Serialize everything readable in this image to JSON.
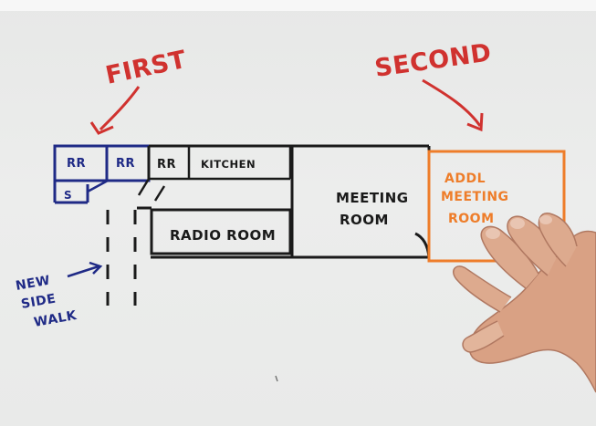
{
  "annotations": {
    "first": "FIRST",
    "second": "SECOND"
  },
  "rooms": {
    "rr_1": "RR",
    "rr_2": "RR",
    "rr_3": "RR",
    "s": "S",
    "kitchen": "KITCHEN",
    "radio_room": "RADIO ROOM",
    "meeting_room_line1": "MEETING",
    "meeting_room_line2": "ROOM",
    "addl_line1": "ADDL",
    "addl_line2": "MEETING",
    "addl_line3": "ROOM"
  },
  "sidewalk": {
    "line1": "NEW",
    "line2": "SIDE",
    "line3": "WALK"
  },
  "colors": {
    "red": "#d0322f",
    "navy": "#1f2a86",
    "black": "#1a1a1a",
    "orange": "#ee7d2a",
    "skin": "#d9a184"
  }
}
